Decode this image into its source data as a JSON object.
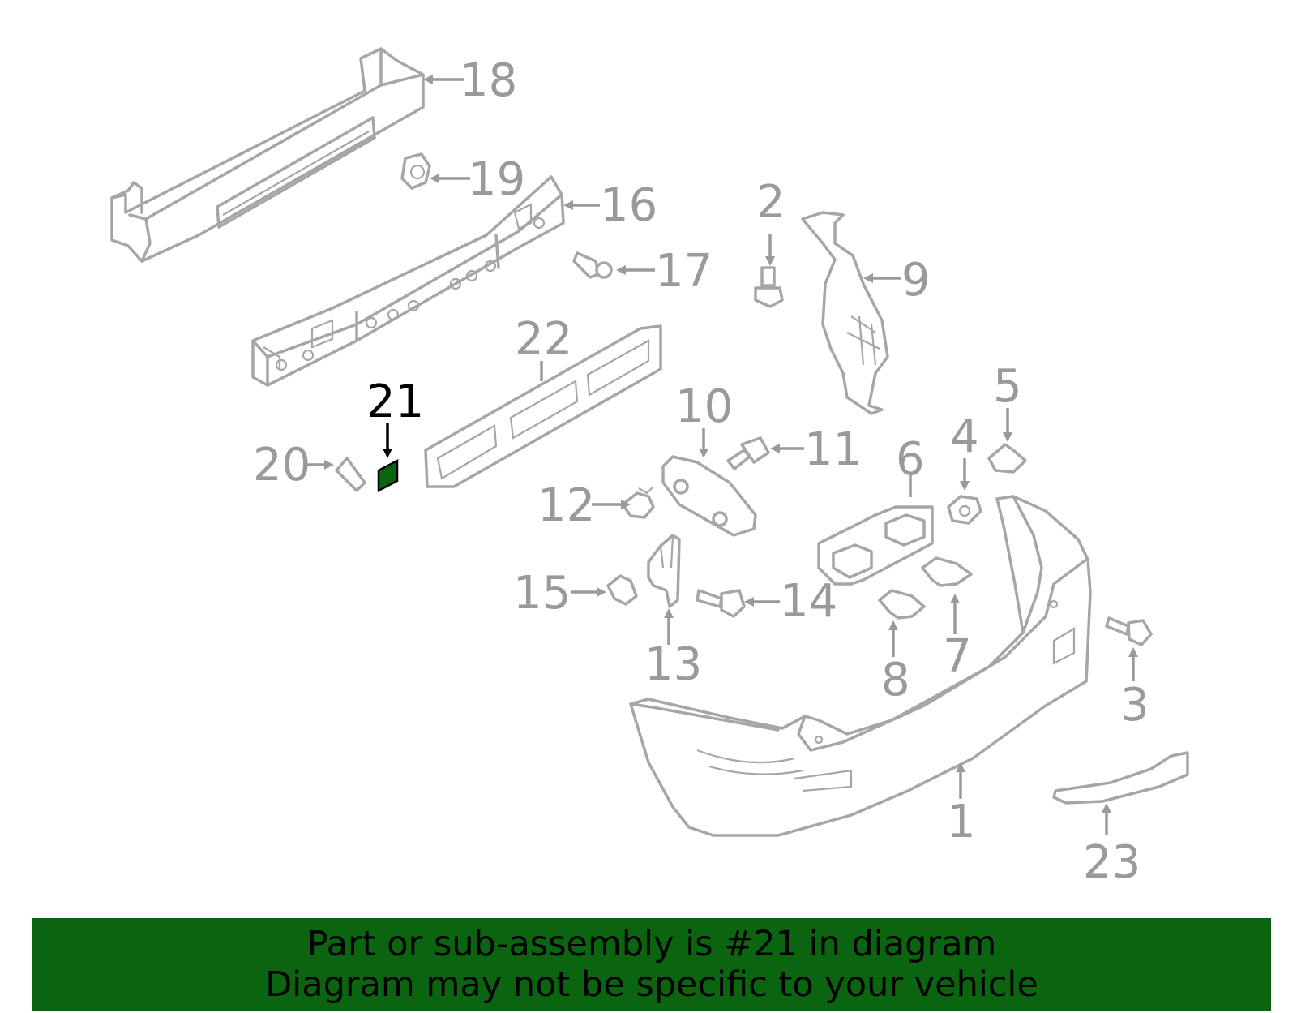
{
  "diagram": {
    "highlight_color": "#0b6410",
    "line_color": "#a6a6a6",
    "highlighted_callout": "21",
    "callouts": {
      "c1": "1",
      "c2": "2",
      "c3": "3",
      "c4": "4",
      "c5": "5",
      "c6": "6",
      "c7": "7",
      "c8": "8",
      "c9": "9",
      "c10": "10",
      "c11": "11",
      "c12": "12",
      "c13": "13",
      "c14": "14",
      "c15": "15",
      "c16": "16",
      "c17": "17",
      "c18": "18",
      "c19": "19",
      "c20": "20",
      "c21": "21",
      "c22": "22",
      "c23": "23"
    }
  },
  "banner": {
    "line1": "Part or sub-assembly is #21 in diagram",
    "line2": "Diagram may not be specific to your vehicle",
    "background": "#0b6410"
  }
}
